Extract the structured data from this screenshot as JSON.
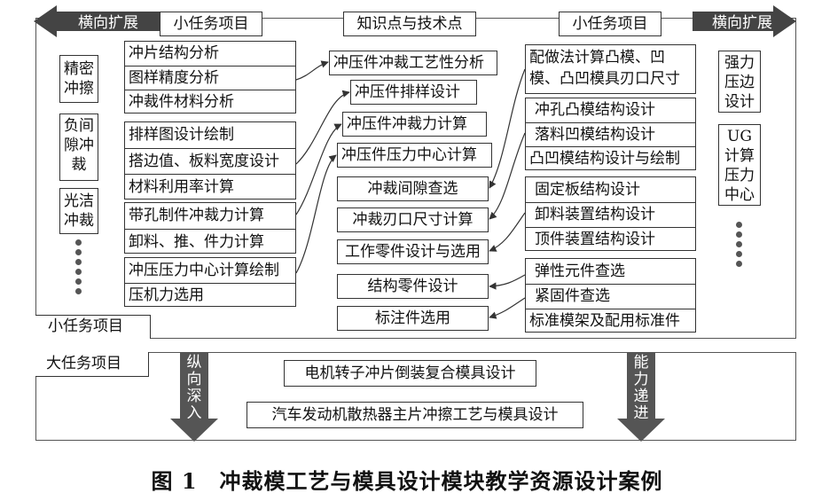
{
  "top_headers": {
    "left_expand": "横向扩展",
    "left_small": "小任务项目",
    "center": "知识点与技术点",
    "right_small": "小任务项目",
    "right_expand": "横向扩展"
  },
  "left_side": {
    "items": [
      "精密冲擦",
      "负间隙冲裁",
      "光洁冲裁"
    ]
  },
  "left_groups": [
    [
      "冲片结构分析",
      "图样精度分析",
      "冲裁件材料分析"
    ],
    [
      "排样图设计绘制",
      "搭边值、板料宽度设计",
      "材料利用率计算"
    ],
    [
      "带孔制件冲裁力计算",
      "卸料、推、件力计算"
    ],
    [
      "冲压压力中心计算绘制",
      "压机力选用"
    ]
  ],
  "center_items": [
    "冲压件冲裁工艺性分析",
    "冲压件排样设计",
    "冲压件冲裁力计算",
    "冲压件压力中心计算",
    "冲裁间隙查选",
    "冲裁刃口尺寸计算",
    "工作零件设计与选用",
    "结构零件设计",
    "标注件选用"
  ],
  "right_groups": [
    [
      "配做法计算凸模、凹模、凸凹模具刃口尺寸"
    ],
    [
      "冲孔凸模结构设计",
      "落料凹模结构设计",
      "凸凹模结构设计与绘制"
    ],
    [
      "固定板结构设计",
      "卸料装置结构设计",
      "顶件装置结构设计"
    ],
    [
      "弹性元件查选",
      "紧固件查选",
      "标准模架及配用标准件"
    ]
  ],
  "right_side": {
    "items": [
      "强力压边设计",
      "UG计算压力中心"
    ]
  },
  "small_task_label": "小任务项目",
  "big_task": {
    "label": "大任务项目",
    "items": [
      "电机转子冲片倒装复合模具设计",
      "汽车发动机散热器主片冲擦工艺与模具设计"
    ]
  },
  "vertical_arrows": {
    "left": "纵向深入",
    "right": "能力递进"
  },
  "caption": "图 1　冲裁模工艺与模具设计模块教学资源设计案例"
}
